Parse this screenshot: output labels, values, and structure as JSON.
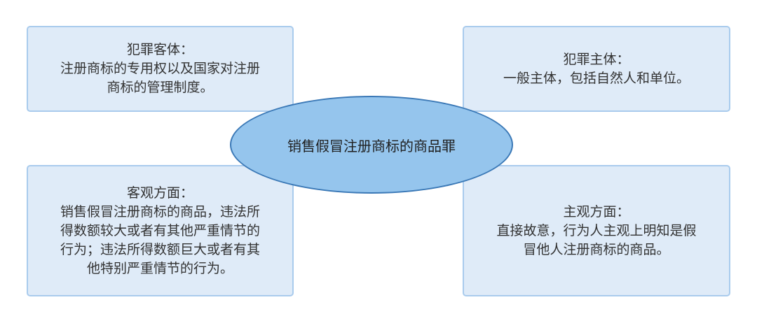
{
  "center": {
    "label": "销售假冒注册商标的商品罪"
  },
  "boxes": {
    "object": {
      "lines": [
        "犯罪客体：",
        "注册商标的专用权以及国家对注册",
        "商标的管理制度。"
      ]
    },
    "subject": {
      "lines": [
        "犯罪主体：",
        "一般主体，包括自然人和单位。"
      ]
    },
    "objective": {
      "lines": [
        "客观方面：",
        "销售假冒注册商标的商品，违法所",
        "得数额较大或者有其他严重情节的",
        "行为；违法所得数额巨大或者有其",
        "他特别严重情节的行为。"
      ]
    },
    "subjective": {
      "lines": [
        "主观方面：",
        "直接故意，行为人主观上明知是假",
        "冒他人注册商标的商品。"
      ]
    }
  },
  "colors": {
    "box_fill": "#dfebf8",
    "box_border": "#a9cbed",
    "ellipse_fill": "#95c5ed",
    "ellipse_border": "#3a78b6"
  }
}
